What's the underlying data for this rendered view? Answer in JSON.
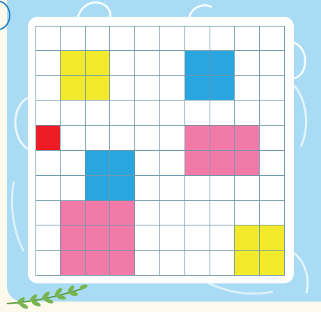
{
  "puzzle": {
    "rows": 10,
    "cols": 10,
    "palette": {
      "yellow": "#f2ea2b",
      "blue": "#29a6e0",
      "pink": "#f27aa9",
      "red": "#ee1c25",
      "empty": "#ffffff"
    },
    "shapes": [
      {
        "id": "yellow-square-top-left",
        "color": "yellow",
        "row": 1,
        "col": 1,
        "rows": 2,
        "cols": 2
      },
      {
        "id": "blue-square-top-right",
        "color": "blue",
        "row": 1,
        "col": 6,
        "rows": 2,
        "cols": 2
      },
      {
        "id": "red-single-cell",
        "color": "red",
        "row": 4,
        "col": 0,
        "rows": 1,
        "cols": 1
      },
      {
        "id": "pink-rect-right",
        "color": "pink",
        "row": 4,
        "col": 6,
        "rows": 2,
        "cols": 3
      },
      {
        "id": "blue-square-middle",
        "color": "blue",
        "row": 5,
        "col": 2,
        "rows": 2,
        "cols": 2
      },
      {
        "id": "pink-rect-bottom-left",
        "color": "pink",
        "row": 7,
        "col": 1,
        "rows": 3,
        "cols": 3
      },
      {
        "id": "yellow-square-bottom-right",
        "color": "yellow",
        "row": 8,
        "col": 8,
        "rows": 2,
        "cols": 2
      }
    ]
  }
}
